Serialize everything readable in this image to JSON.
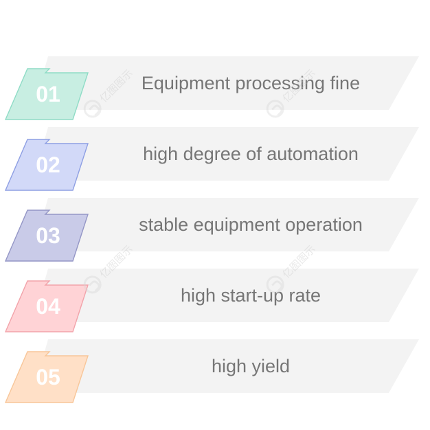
{
  "watermark": "亿图图示",
  "colors": {
    "band": "#f3f3f3",
    "text": "#767676",
    "badge_number": "#ffffff"
  },
  "items": [
    {
      "number": "01",
      "text": "Equipment processing fine",
      "fill": "#c8eee2",
      "stroke": "#8fdcc6"
    },
    {
      "number": "02",
      "text": "high degree of automation",
      "fill": "#d2d9f8",
      "stroke": "#8e9fe3"
    },
    {
      "number": "03",
      "text": "stable equipment operation",
      "fill": "#c9cbe8",
      "stroke": "#9496c6"
    },
    {
      "number": "04",
      "text": "high start-up rate",
      "fill": "#ffd3d6",
      "stroke": "#f2a3aa"
    },
    {
      "number": "05",
      "text": "high yield",
      "fill": "#ffe0c7",
      "stroke": "#f8c699"
    }
  ]
}
